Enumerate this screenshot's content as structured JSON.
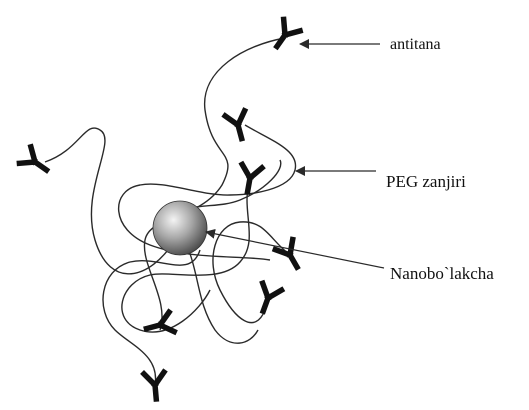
{
  "labels": {
    "antitana": "antitana",
    "peg_chain": "PEG zanjiri",
    "nanoparticle": "Nanobo`lakcha"
  },
  "colors": {
    "background": "#ffffff",
    "line": "#2a2a2a",
    "antibody": "#111111",
    "sphere_light": "#f4f4f4",
    "sphere_mid": "#9a9a9a",
    "sphere_dark": "#3a3a3a"
  },
  "icons": {
    "antibody": "y-shape-antibody-icon",
    "arrow": "left-arrow"
  }
}
